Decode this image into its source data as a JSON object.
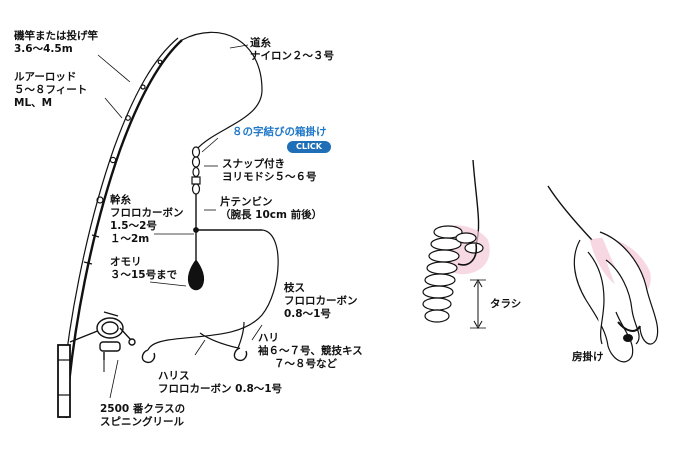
{
  "labels": {
    "rod": [
      "磯竿または投げ竿",
      "3.6〜4.5m"
    ],
    "lure_rod": [
      "ルアーロッド",
      "５〜８フィート",
      "ML、M"
    ],
    "main_line": [
      "道糸",
      "ナイロン２〜３号"
    ],
    "knot": "８の字結びの箱掛け",
    "click": "CLICK",
    "snap": [
      "スナップ付き",
      "ヨリモドシ５〜６号"
    ],
    "tenbin": [
      "片テンビン",
      "（腕長 10cm 前後）"
    ],
    "trunk_line": [
      "幹糸",
      "フロロカーボン",
      "1.5〜2号",
      "１〜2m"
    ],
    "sinker": [
      "オモリ",
      "３〜15号まで"
    ],
    "branch": [
      "枝ス",
      "フロロカーボン",
      "0.8〜1号"
    ],
    "hook": [
      "ハリ",
      "袖６〜７号、競技キス",
      "７〜８号など"
    ],
    "leader": [
      "ハリス",
      "フロロカーボン 0.8〜1号"
    ],
    "reel": [
      "2500 番クラスの",
      "スピニングリール"
    ],
    "tarashi": "タラシ",
    "fusagake": "房掛け"
  },
  "colors": {
    "link": "#1f78c8",
    "button": "#1f6fb8",
    "bait_pink": "#f4c9d8",
    "line": "#111111"
  },
  "icons": [
    "fishing-rod",
    "spinning-reel",
    "swivel",
    "sinker",
    "hook",
    "worm-bait"
  ]
}
